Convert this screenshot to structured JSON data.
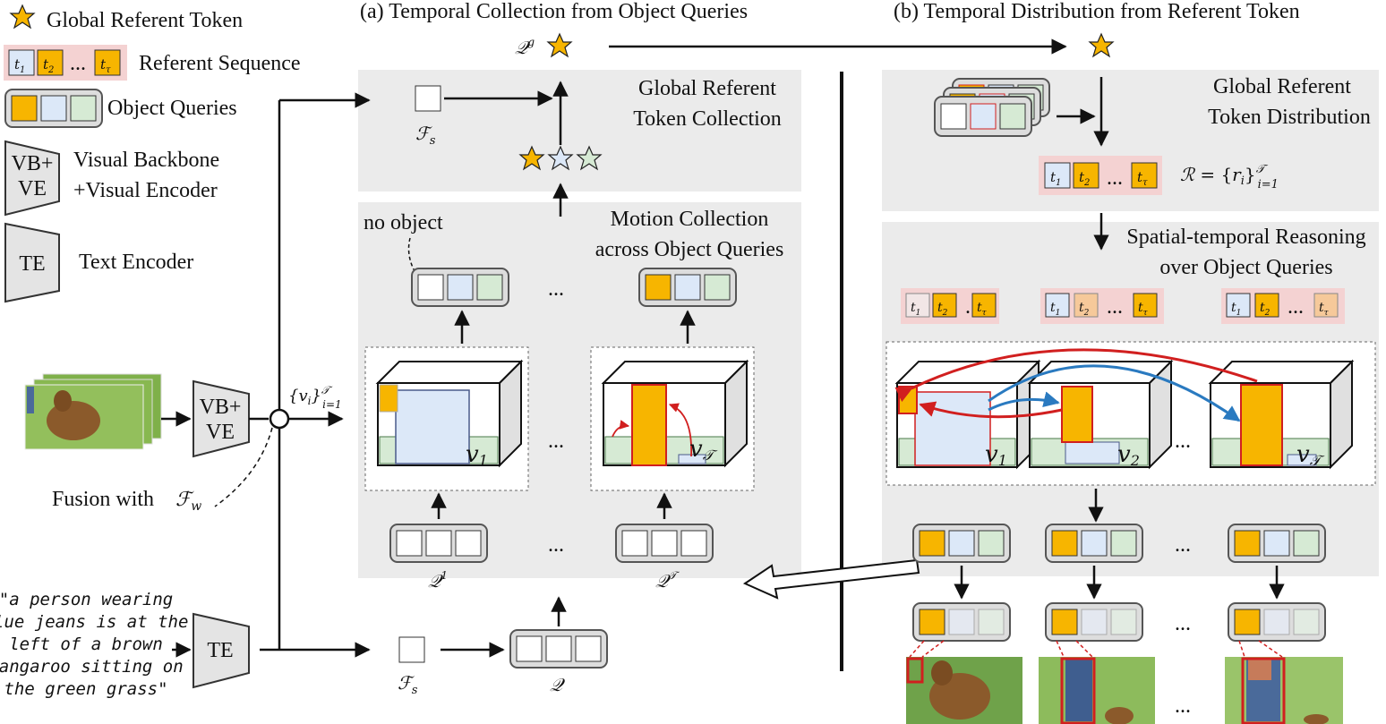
{
  "legend": {
    "global_referent_token": "Global Referent Token",
    "referent_sequence": "Referent Sequence",
    "object_queries": "Object Queries",
    "vb_ve_line1": "Visual Backbone",
    "vb_ve_line2": "+Visual Encoder",
    "text_encoder": "Text Encoder",
    "vb_icon_line1": "VB+",
    "vb_icon_line2": "VE",
    "te_icon": "TE"
  },
  "panel_a": {
    "title": "(a) Temporal Collection from Object Queries",
    "global_collection_line1": "Global Referent",
    "global_collection_line2": "Token Collection",
    "motion_collection_line1": "Motion Collection",
    "motion_collection_line2": "across Object Queries",
    "no_object": "no object",
    "ellipsis": "..."
  },
  "panel_b": {
    "title": "(b) Temporal Distribution from Referent Token",
    "global_distribution_line1": "Global Referent",
    "global_distribution_line2": "Token Distribution",
    "reasoning_line1": "Spatial-temporal Reasoning",
    "reasoning_line2": "over Object Queries",
    "ellipsis": "..."
  },
  "input": {
    "fusion": "Fusion with",
    "query_text": [
      "\"a person wearing",
      "blue jeans is at the",
      "left of a brown",
      "kangaroo sitting on",
      "the green grass\""
    ]
  },
  "colors": {
    "gold": "#f7b500",
    "blue": "#dce8f8",
    "green": "#d6ead4",
    "panel": "#ebebeb",
    "red": "#d11f1f",
    "arrow_blue": "#2a7ac0",
    "seq_bg": "#f4d2d2"
  }
}
